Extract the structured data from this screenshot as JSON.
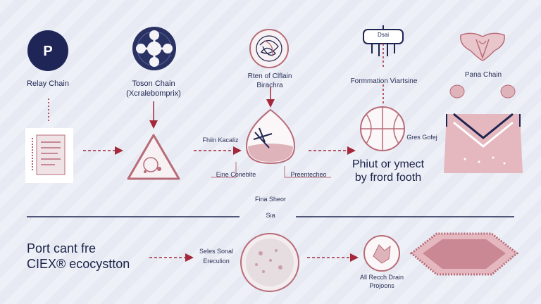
{
  "colors": {
    "navy": "#1d2450",
    "rose": "#b86b78",
    "rose_light": "#e9c6cb",
    "arrow_red": "#a3283a",
    "background": "#eef0f7"
  },
  "top_row": {
    "relay": {
      "badge_letter": "P",
      "label": "Relay Chain"
    },
    "token": {
      "title": "Toson Chain",
      "subtitle": "(Xcralebomprix)"
    },
    "bridge": {
      "title": "Rten of Clflain",
      "subtitle": "Birachra"
    },
    "formation": {
      "box_label": "Dsai",
      "title": "Formmation Viartsine"
    },
    "para": {
      "label": "Pana Chain"
    }
  },
  "middle_row": {
    "flow_label": "Fhiin Kacaliz",
    "engine_left": "Eine Coneblte",
    "engine_right": "Preentecheo",
    "side_label": "Gres Gofej",
    "heading": "Phiut or ymect by frord footh"
  },
  "divider": {
    "title": "Fina Sheor",
    "tag": "Sia"
  },
  "bottom_row": {
    "heading_line1": "Port cant fre",
    "heading_line2": "CIEX® ecocystton",
    "exec_line1": "Seles Sonal",
    "exec_line2": "Ereculion",
    "result_line1": "All Recch Drain",
    "result_line2": "Projoons"
  }
}
